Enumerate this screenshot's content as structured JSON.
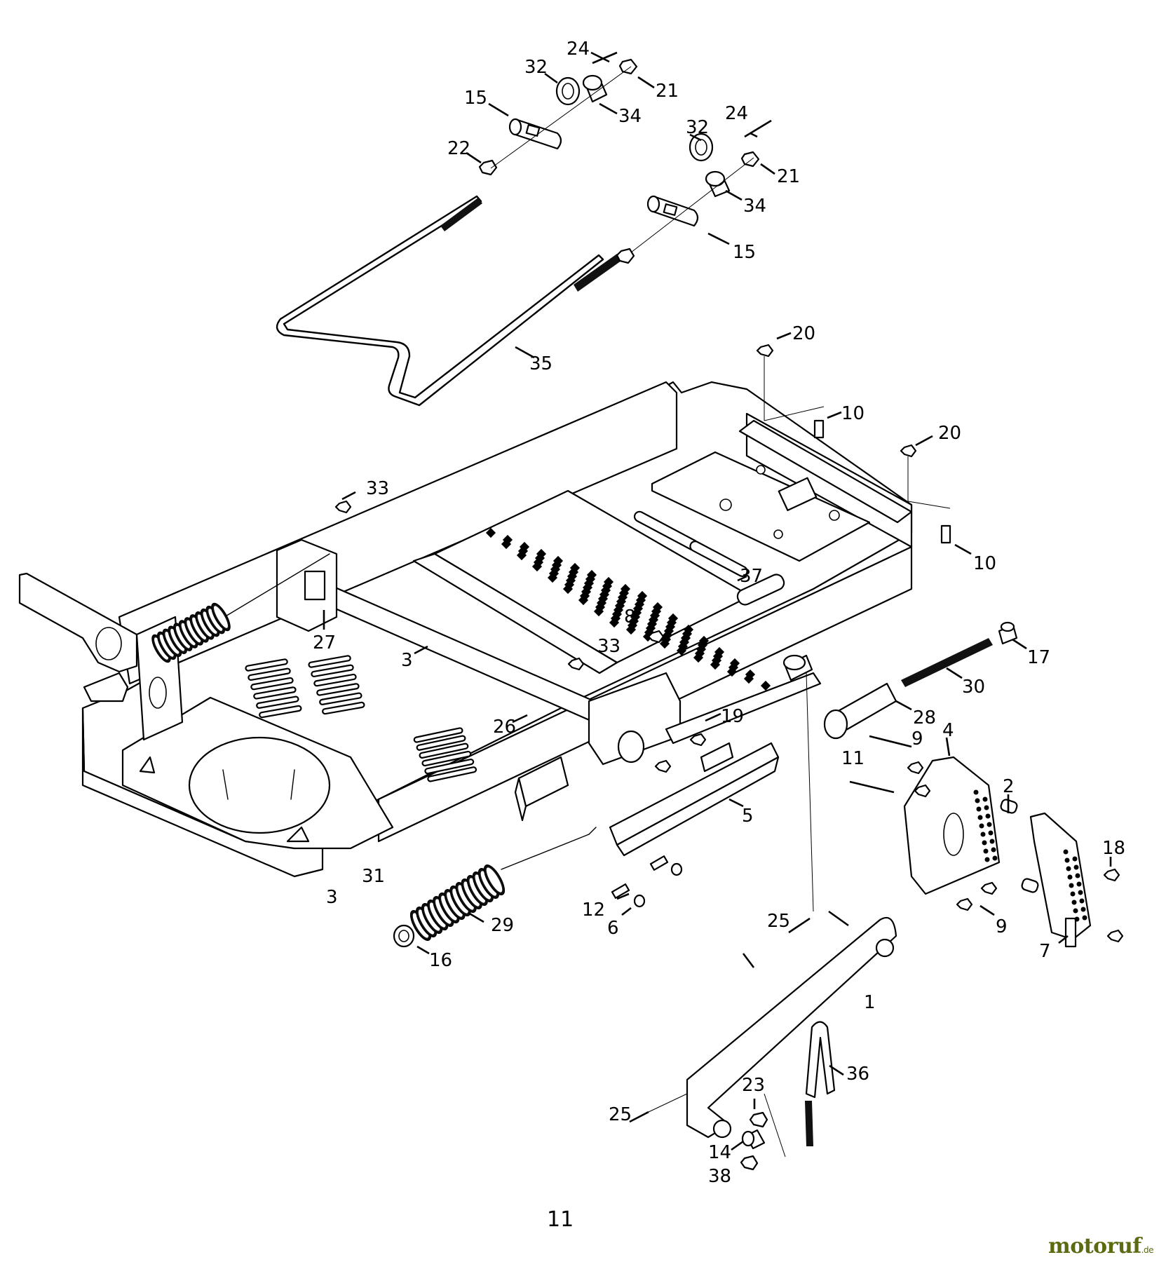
{
  "page_number": "11",
  "watermark": {
    "text": "motoruf",
    "suffix": ".de",
    "color": "#5a6b12"
  },
  "callouts": [
    {
      "id": "c24a",
      "label": "24"
    },
    {
      "id": "c32a",
      "label": "32"
    },
    {
      "id": "c21a",
      "label": "21"
    },
    {
      "id": "c15a",
      "label": "15"
    },
    {
      "id": "c34a",
      "label": "34"
    },
    {
      "id": "c22",
      "label": "22"
    },
    {
      "id": "c24b",
      "label": "24"
    },
    {
      "id": "c32b",
      "label": "32"
    },
    {
      "id": "c21b",
      "label": "21"
    },
    {
      "id": "c34b",
      "label": "34"
    },
    {
      "id": "c15b",
      "label": "15"
    },
    {
      "id": "c35",
      "label": "35"
    },
    {
      "id": "c20a",
      "label": "20"
    },
    {
      "id": "c10a",
      "label": "10"
    },
    {
      "id": "c20b",
      "label": "20"
    },
    {
      "id": "c10b",
      "label": "10"
    },
    {
      "id": "c33a",
      "label": "33"
    },
    {
      "id": "c37",
      "label": "37"
    },
    {
      "id": "c27",
      "label": "27"
    },
    {
      "id": "c3a",
      "label": "3"
    },
    {
      "id": "c8",
      "label": "8"
    },
    {
      "id": "c33b",
      "label": "33"
    },
    {
      "id": "c17",
      "label": "17"
    },
    {
      "id": "c30",
      "label": "30"
    },
    {
      "id": "c28",
      "label": "28"
    },
    {
      "id": "c26",
      "label": "26"
    },
    {
      "id": "c19",
      "label": "19"
    },
    {
      "id": "c11",
      "label": "11"
    },
    {
      "id": "c9a",
      "label": "9"
    },
    {
      "id": "c4",
      "label": "4"
    },
    {
      "id": "c2",
      "label": "2"
    },
    {
      "id": "c5",
      "label": "5"
    },
    {
      "id": "c18",
      "label": "18"
    },
    {
      "id": "c31",
      "label": "31"
    },
    {
      "id": "c3b",
      "label": "3"
    },
    {
      "id": "c29",
      "label": "29"
    },
    {
      "id": "c12",
      "label": "12"
    },
    {
      "id": "c6",
      "label": "6"
    },
    {
      "id": "c9b",
      "label": "9"
    },
    {
      "id": "c25a",
      "label": "25"
    },
    {
      "id": "c16",
      "label": "16"
    },
    {
      "id": "c7",
      "label": "7"
    },
    {
      "id": "c1",
      "label": "1"
    },
    {
      "id": "c36",
      "label": "36"
    },
    {
      "id": "c25b",
      "label": "25"
    },
    {
      "id": "c23",
      "label": "23"
    },
    {
      "id": "c14",
      "label": "14"
    },
    {
      "id": "c38",
      "label": "38"
    }
  ]
}
